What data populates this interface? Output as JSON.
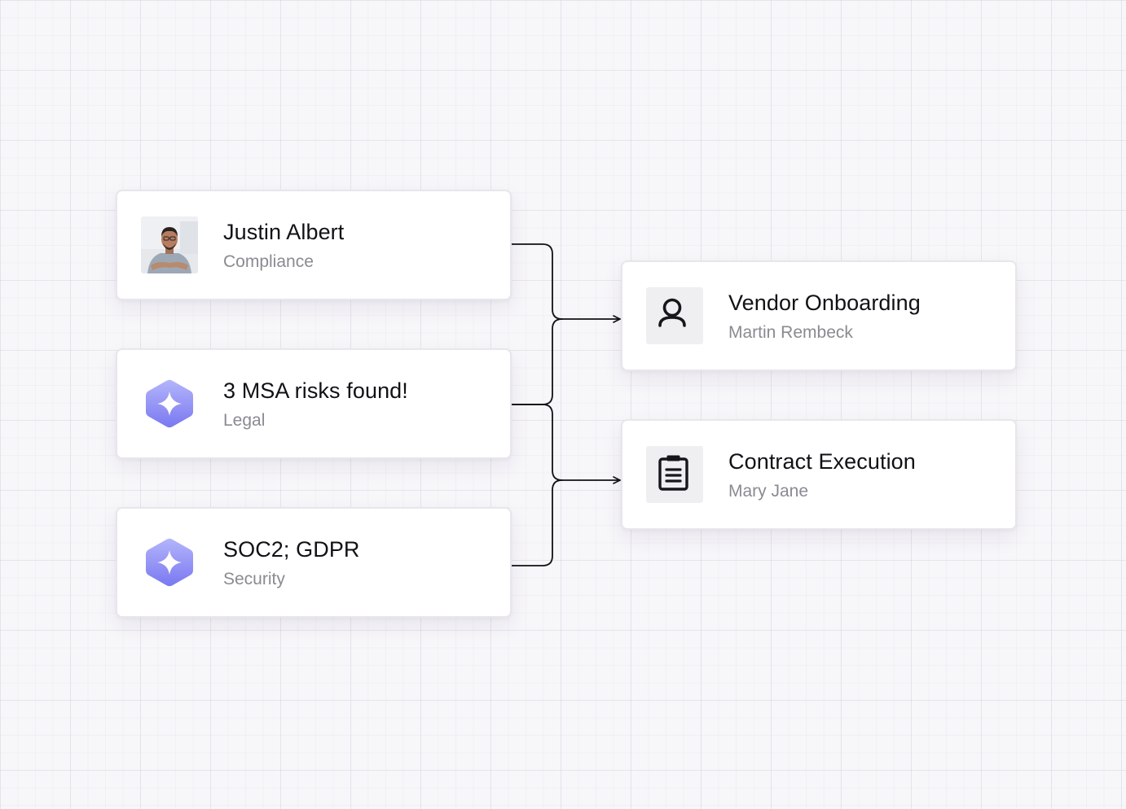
{
  "sources": [
    {
      "title": "Justin Albert",
      "subtitle": "Compliance",
      "icon": "avatar-photo"
    },
    {
      "title": "3 MSA risks found!",
      "subtitle": "Legal",
      "icon": "ai-sparkle-hexagon-icon"
    },
    {
      "title": "SOC2; GDPR",
      "subtitle": "Security",
      "icon": "ai-sparkle-hexagon-icon"
    }
  ],
  "targets": [
    {
      "title": "Vendor Onboarding",
      "subtitle": "Martin Rembeck",
      "icon": "user-icon"
    },
    {
      "title": "Contract Execution",
      "subtitle": "Mary Jane",
      "icon": "clipboard-icon"
    }
  ],
  "colors": {
    "background": "#f7f6f9",
    "card": "#ffffff",
    "connector": "#111116",
    "sparkle_light": "#aeb0fb",
    "sparkle_dark": "#7674f0"
  }
}
